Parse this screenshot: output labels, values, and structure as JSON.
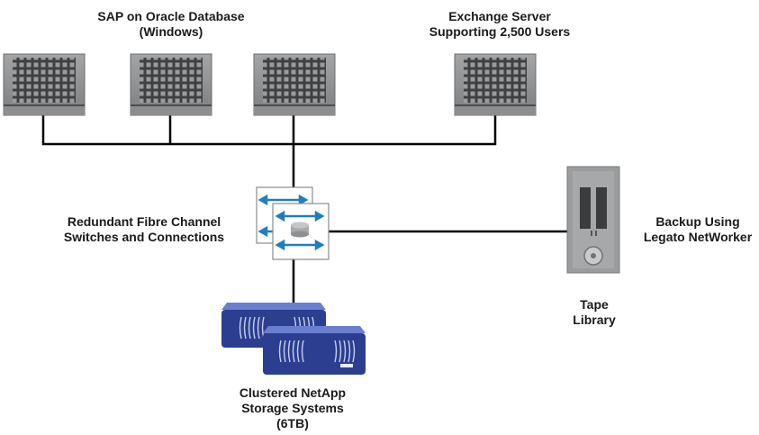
{
  "labels": {
    "sap": {
      "line1": "SAP on Oracle Database",
      "line2": "(Windows)"
    },
    "exchange": {
      "line1": "Exchange Server",
      "line2": "Supporting 2,500 Users"
    },
    "switches": {
      "line1": "Redundant Fibre Channel",
      "line2": "Switches and Connections"
    },
    "backup": {
      "line1": "Backup Using",
      "line2": "Legato NetWorker"
    },
    "tape": {
      "line1": "Tape",
      "line2": "Library"
    },
    "storage": {
      "line1": "Clustered NetApp",
      "line2": "Storage Systems",
      "line3": "(6TB)"
    }
  },
  "colors": {
    "server_body": "#8c8e90",
    "server_grid": "#3e4042",
    "connector": "#000000",
    "switch_arrow": "#1f7fc0",
    "storage_blue": "#2c3e8f",
    "tape_body": "#9a9c9e"
  }
}
